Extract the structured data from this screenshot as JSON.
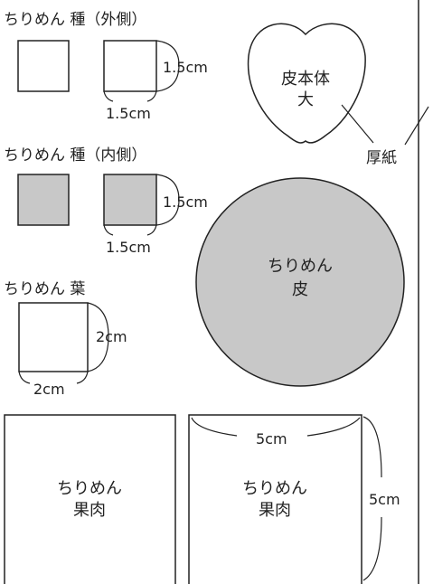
{
  "seed_outer": {
    "label": "ちりめん 種（外側）",
    "width": "1.5cm",
    "height": "1.5cm"
  },
  "seed_inner": {
    "label": "ちりめん 種（内側）",
    "width": "1.5cm",
    "height": "1.5cm"
  },
  "leaf": {
    "label": "ちりめん 葉",
    "width": "2cm",
    "height": "2cm"
  },
  "apple_shape": {
    "line1": "皮本体",
    "line2": "大"
  },
  "cardboard": {
    "label": "厚紙"
  },
  "skin_circle": {
    "line1": "ちりめん",
    "line2": "皮"
  },
  "flesh_left": {
    "line1": "ちりめん",
    "line2": "果肉"
  },
  "flesh_right": {
    "line1": "ちりめん",
    "line2": "果肉",
    "width": "5cm",
    "height": "5cm"
  },
  "colors": {
    "line": "#222222",
    "fill_gray": "#c8c8c8",
    "background": "#ffffff"
  }
}
